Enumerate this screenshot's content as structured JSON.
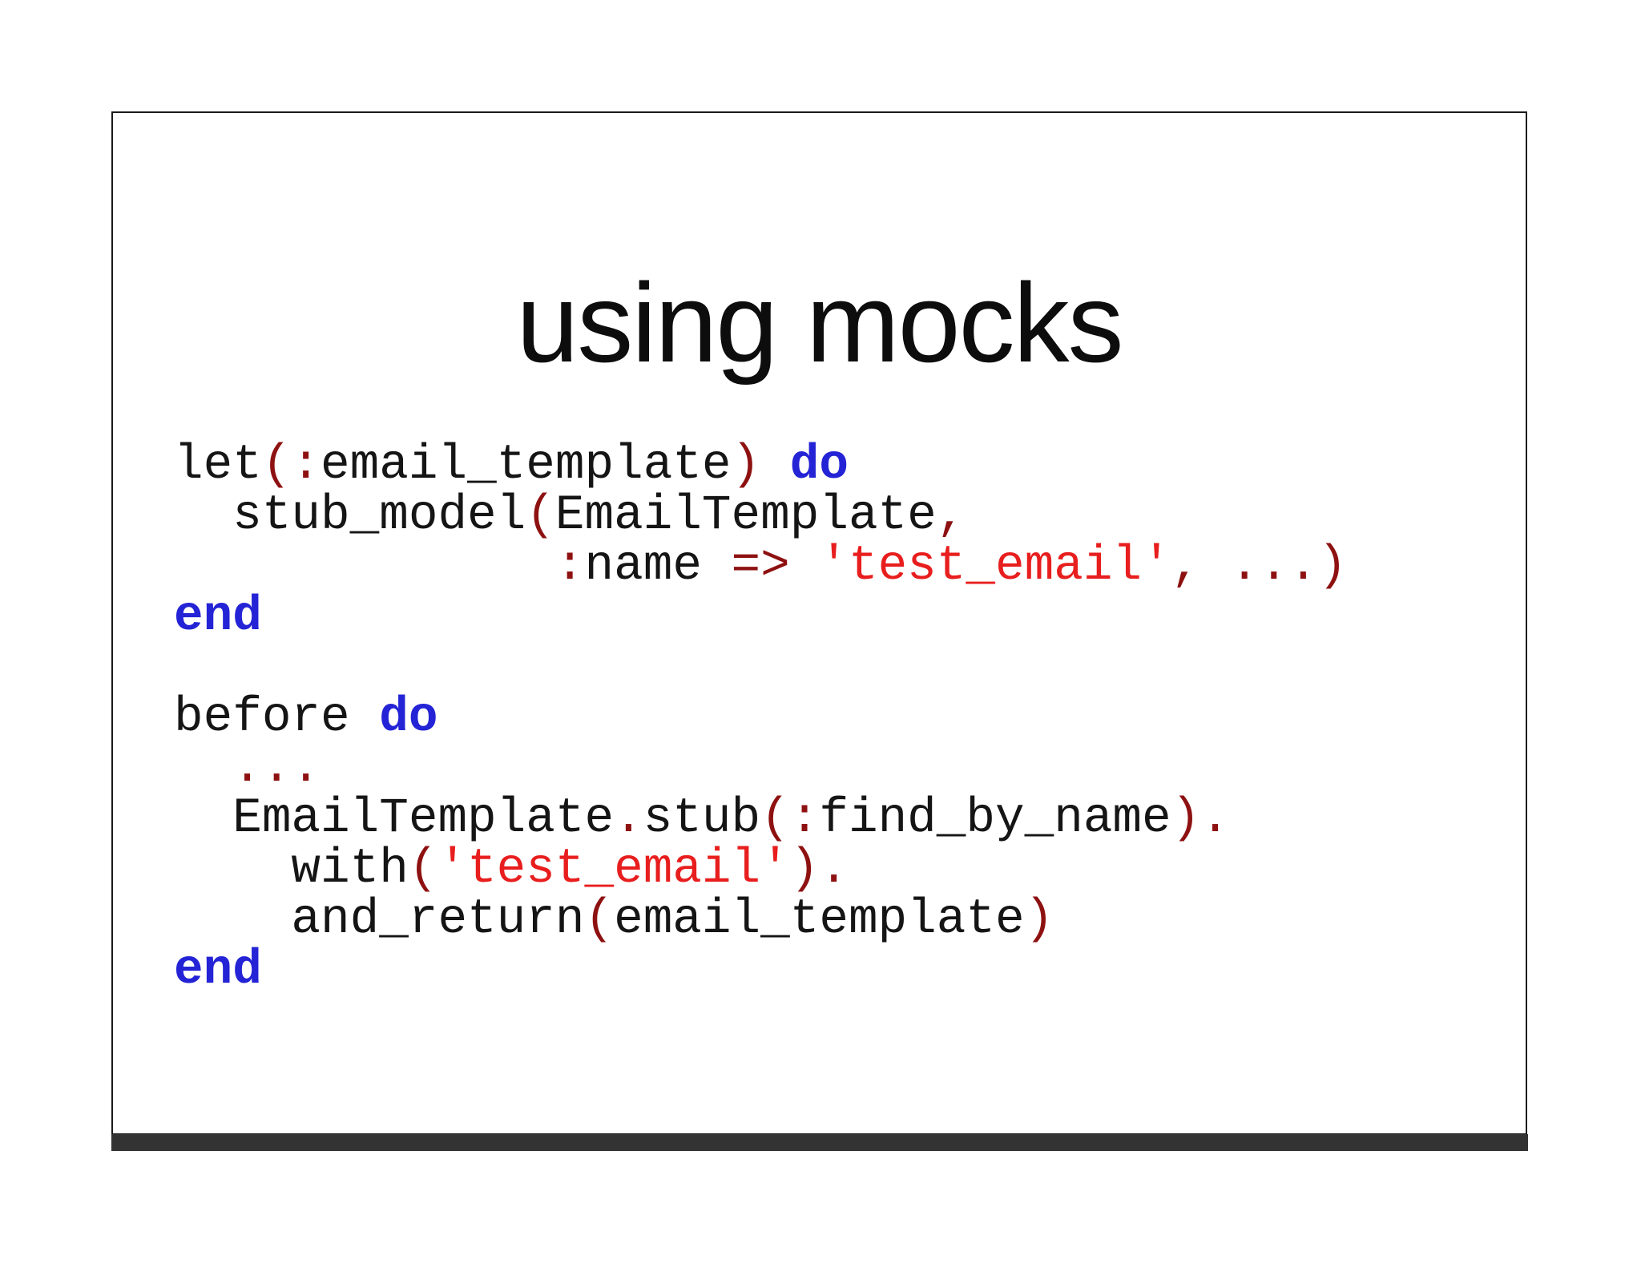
{
  "title": "using mocks",
  "colors": {
    "plain": "#151515",
    "keyword": "#2424d6",
    "punct": "#8e1111",
    "string": "#e81e1e",
    "shadow_bar": "#333333",
    "border": "#1a1a1a",
    "background": "#ffffff"
  },
  "code": {
    "language": "ruby",
    "lines": [
      [
        {
          "t": "let",
          "c": "plain"
        },
        {
          "t": "(:",
          "c": "punct"
        },
        {
          "t": "email_template",
          "c": "plain"
        },
        {
          "t": ")",
          "c": "punct"
        },
        {
          "t": " ",
          "c": "plain"
        },
        {
          "t": "do",
          "c": "keyword"
        }
      ],
      [
        {
          "t": "  stub_model",
          "c": "plain"
        },
        {
          "t": "(",
          "c": "punct"
        },
        {
          "t": "EmailTemplate",
          "c": "plain"
        },
        {
          "t": ",",
          "c": "punct"
        }
      ],
      [
        {
          "t": "             ",
          "c": "plain"
        },
        {
          "t": ":",
          "c": "punct"
        },
        {
          "t": "name ",
          "c": "plain"
        },
        {
          "t": "=>",
          "c": "punct"
        },
        {
          "t": " ",
          "c": "plain"
        },
        {
          "t": "'test_email'",
          "c": "string"
        },
        {
          "t": ", ...)",
          "c": "punct"
        }
      ],
      [
        {
          "t": "end",
          "c": "keyword"
        }
      ],
      [],
      [
        {
          "t": "before ",
          "c": "plain"
        },
        {
          "t": "do",
          "c": "keyword"
        }
      ],
      [
        {
          "t": "  ",
          "c": "plain"
        },
        {
          "t": "...",
          "c": "punct"
        }
      ],
      [
        {
          "t": "  EmailTemplate",
          "c": "plain"
        },
        {
          "t": ".",
          "c": "punct"
        },
        {
          "t": "stub",
          "c": "plain"
        },
        {
          "t": "(:",
          "c": "punct"
        },
        {
          "t": "find_by_name",
          "c": "plain"
        },
        {
          "t": ").",
          "c": "punct"
        }
      ],
      [
        {
          "t": "    with",
          "c": "plain"
        },
        {
          "t": "(",
          "c": "punct"
        },
        {
          "t": "'test_email'",
          "c": "string"
        },
        {
          "t": ").",
          "c": "punct"
        }
      ],
      [
        {
          "t": "    and_return",
          "c": "plain"
        },
        {
          "t": "(",
          "c": "punct"
        },
        {
          "t": "email_template",
          "c": "plain"
        },
        {
          "t": ")",
          "c": "punct"
        }
      ],
      [
        {
          "t": "end",
          "c": "keyword"
        }
      ]
    ]
  }
}
